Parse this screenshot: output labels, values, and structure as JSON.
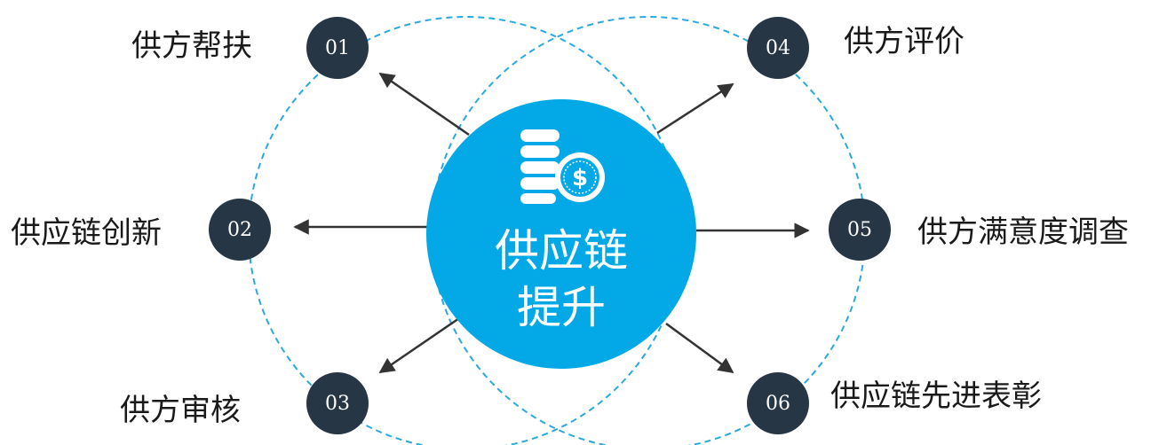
{
  "center": {
    "line1": "供应链",
    "line2": "提升",
    "icon": "coins-dollar-icon",
    "color": "#03a9e6"
  },
  "nodes": [
    {
      "number": "01",
      "label": "供方帮扶"
    },
    {
      "number": "02",
      "label": "供应链创新"
    },
    {
      "number": "03",
      "label": "供方审核"
    },
    {
      "number": "04",
      "label": "供方评价"
    },
    {
      "number": "05",
      "label": "供方满意度调查"
    },
    {
      "number": "06",
      "label": "供应链先进表彰"
    }
  ],
  "colors": {
    "node": "#263645",
    "dashed_ring": "#29a9e0",
    "arrow": "#333333"
  }
}
